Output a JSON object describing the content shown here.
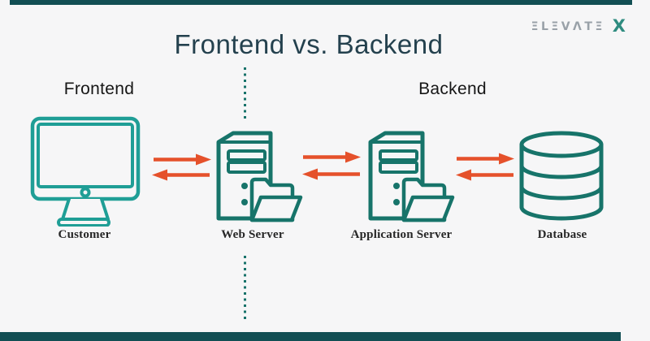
{
  "title": "Frontend vs. Backend",
  "brand": {
    "name": "ELEVATE",
    "display": "ΞLΞVΛTΞ",
    "mark": "X"
  },
  "sections": {
    "frontend": "Frontend",
    "backend": "Backend"
  },
  "nodes": [
    {
      "id": "customer",
      "label": "Customer",
      "icon": "monitor-icon"
    },
    {
      "id": "web-server",
      "label": "Web Server",
      "icon": "server-icon"
    },
    {
      "id": "application-server",
      "label": "Application Server",
      "icon": "server-icon"
    },
    {
      "id": "database",
      "label": "Database",
      "icon": "database-icon"
    }
  ],
  "connections": [
    {
      "from": "customer",
      "to": "web-server",
      "type": "bidirectional"
    },
    {
      "from": "web-server",
      "to": "application-server",
      "type": "bidirectional"
    },
    {
      "from": "application-server",
      "to": "database",
      "type": "bidirectional"
    }
  ],
  "colors": {
    "background": "#f6f6f7",
    "bar": "#124f54",
    "title": "#24414e",
    "label": "#161616",
    "icon_teal": "#17746a",
    "icon_teal_light": "#1f9e96",
    "arrow": "#e5512b",
    "dotted": "#17726a",
    "logo_gray": "#99a1a8",
    "logo_mark": "#2f8c80",
    "node_label": "#262626"
  }
}
